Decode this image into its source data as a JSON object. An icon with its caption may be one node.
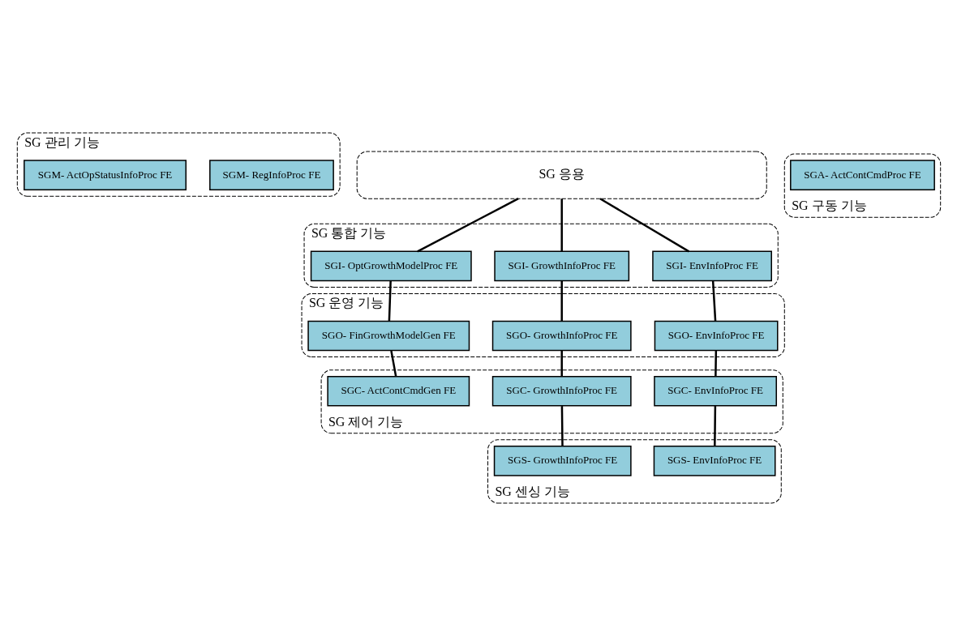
{
  "diagram": {
    "nodes": [
      {
        "text": [
          "SG 관리 기능"
        ]
      },
      {
        "text": [
          "SGM- RegInfoProc FE"
        ],
        "in": 0
      },
      {
        "text": [
          "SGM- ActOpStatusInfoProc FE"
        ],
        "in": 0
      },
      {
        "text": [
          "SG 응용"
        ]
      },
      {
        "text": [
          "SG 통합 기능"
        ]
      },
      {
        "text": [
          "SGI- EnvInfoProc FE"
        ],
        "in": 4
      },
      {
        "text": [
          "SGI- GrowthInfoProc FE"
        ],
        "in": 4
      },
      {
        "text": [
          "SGI- OptGrowthModelProc FE"
        ],
        "in": 4
      },
      {
        "text": [
          "SG 운영 기능"
        ]
      },
      {
        "text": [
          "SGO- EnvInfoProc FE"
        ],
        "in": 8
      },
      {
        "text": [
          "SGO- GrowthInfoProc FE"
        ],
        "in": 8
      },
      {
        "text": [
          "SGO- FinGrowthModelGen FE"
        ],
        "in": 8
      },
      {
        "text": [
          "SG 제어 기능"
        ]
      },
      {
        "text": [
          "SGC- EnvInfoProc FE"
        ],
        "in": 12
      },
      {
        "text": [
          "SGC- GrowthInfoProc FE"
        ],
        "in": 12
      },
      {
        "text": [
          "SGC- ActContCmdGen FE"
        ],
        "in": 12
      },
      {
        "text": [
          "SG 센싱 기능"
        ]
      },
      {
        "text": [
          "SGS- EnvInfoProc FE"
        ],
        "in": 16
      },
      {
        "text": [
          "SGS- GrowthInfoProc FE"
        ],
        "in": 16
      },
      {
        "text": [
          "SG 구동 기능"
        ]
      },
      {
        "text": [
          "SGA- ActContCmdProc FE"
        ],
        "in": 19
      }
    ],
    "edges": [
      {
        "from": 3,
        "to": 5,
        "arrow": "none"
      },
      {
        "from": 3,
        "to": 6,
        "arrow": "none"
      },
      {
        "from": 3,
        "to": 7,
        "arrow": "none"
      },
      {
        "from": 5,
        "to": 9,
        "arrow": "none"
      },
      {
        "from": 6,
        "to": 10,
        "arrow": "none"
      },
      {
        "from": 7,
        "to": 11,
        "arrow": "none"
      },
      {
        "from": 9,
        "to": 13,
        "arrow": "none"
      },
      {
        "from": 10,
        "to": 14,
        "arrow": "none"
      },
      {
        "from": 11,
        "to": 15,
        "arrow": "none"
      },
      {
        "from": 13,
        "to": 17,
        "arrow": "none"
      },
      {
        "from": 14,
        "to": 18,
        "arrow": "none"
      }
    ]
  }
}
